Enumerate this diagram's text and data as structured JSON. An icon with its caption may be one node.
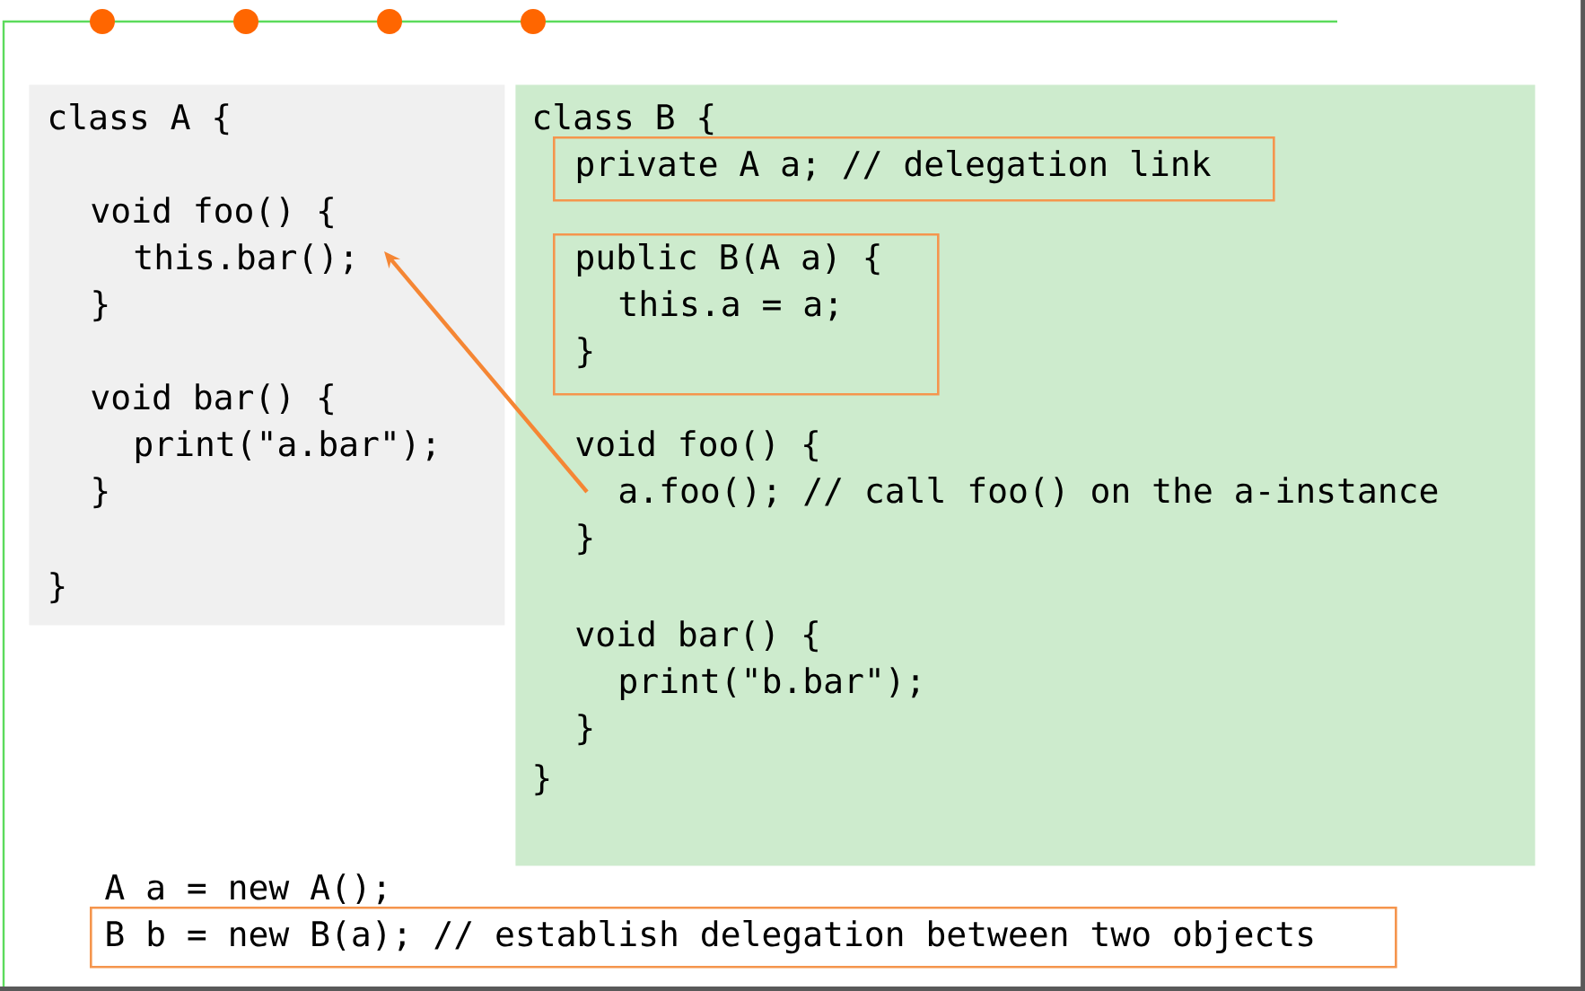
{
  "diagram": {
    "nodes": [
      {
        "text": [
          "class A {",
          "void foo() {",
          "this.bar();",
          "}",
          "void bar() {",
          "print(\"a.bar\");",
          "}",
          "}"
        ]
      },
      {
        "text": [
          "class B {",
          "void foo() {",
          "a.foo(); // call foo() on the a-instance",
          "}",
          "void bar() {",
          "print(\"b.bar\");",
          "}",
          "}"
        ]
      },
      {
        "text": [
          "private A a; // delegation link"
        ],
        "in": 1
      },
      {
        "text": [
          "public B(A a) {",
          "this.a = a;",
          "}"
        ],
        "in": 1
      },
      {
        "text": [
          "B b = new B(a); // establish delegation between two objects"
        ]
      }
    ],
    "edges": [
      {
        "from": 1,
        "to": 0,
        "arrow": "to",
        "color": "#f58634"
      }
    ],
    "labels": [
      "A a = new A();"
    ]
  }
}
